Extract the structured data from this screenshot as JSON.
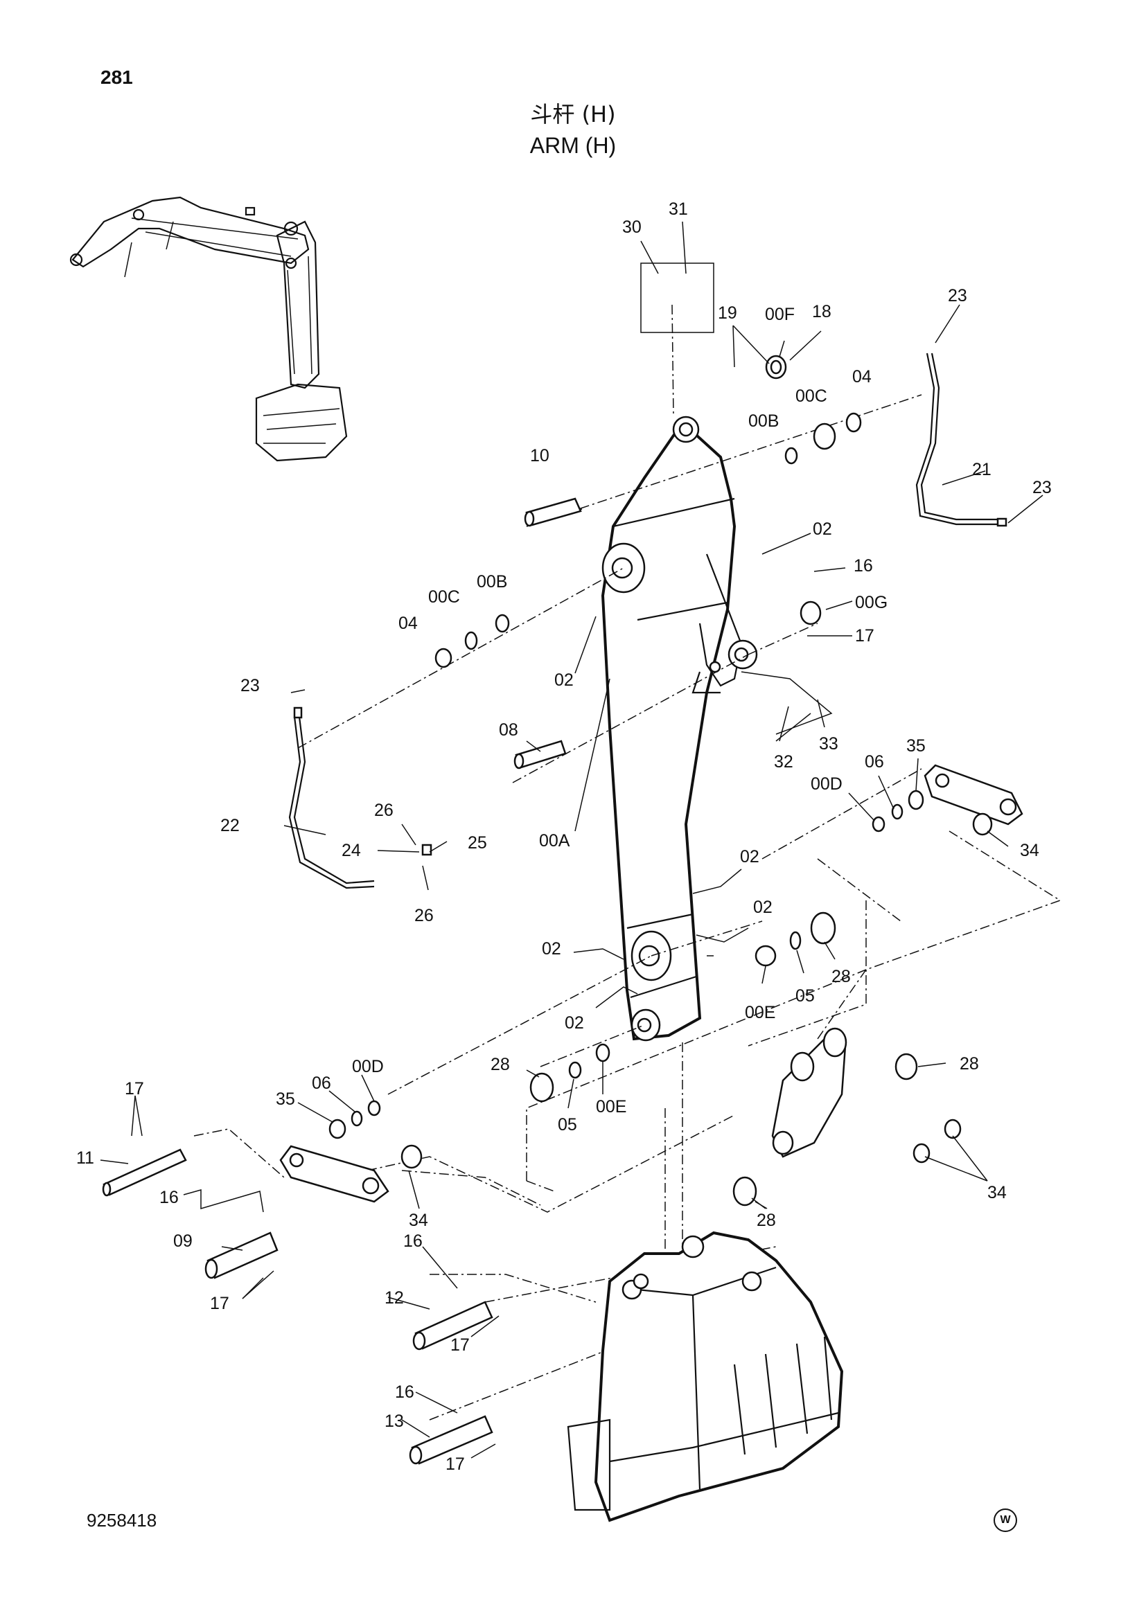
{
  "page_number": "281",
  "title": {
    "cn": "斗杆 (H)",
    "en": "ARM (H)"
  },
  "drawing_number": "9258418",
  "corner_mark": "W",
  "callouts": [
    "30",
    "31",
    "19",
    "00F",
    "18",
    "23",
    "00C",
    "04",
    "00B",
    "10",
    "21",
    "23",
    "02",
    "16",
    "00B",
    "00C",
    "04",
    "00G",
    "17",
    "02",
    "23",
    "32",
    "33",
    "08",
    "35",
    "06",
    "00D",
    "26",
    "25",
    "22",
    "24",
    "26",
    "34",
    "00A",
    "02",
    "02",
    "02",
    "28",
    "05",
    "00E",
    "02",
    "28",
    "05",
    "00E",
    "00D",
    "17",
    "06",
    "35",
    "28",
    "11",
    "16",
    "34",
    "34",
    "28",
    "09",
    "17",
    "16",
    "12",
    "17",
    "16",
    "13",
    "17"
  ]
}
